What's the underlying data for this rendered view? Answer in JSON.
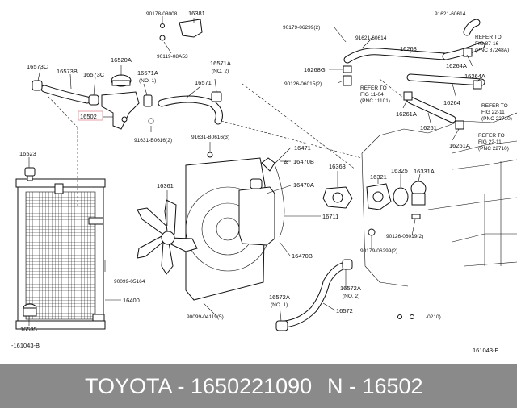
{
  "labels": {
    "p90178": "90178-08008",
    "p16381": "16381",
    "p90119": "90119-08A53",
    "p16573c_a": "16573C",
    "p16573b": "16573B",
    "p16573c_b": "16573C",
    "p16520a": "16520A",
    "p16571a": "16571A",
    "p16571a_no1": "(NO. 1)",
    "p16571a_2": "16571A",
    "p16571a_no2": "(NO. 2)",
    "p16571": "16571",
    "p16502": "16502",
    "p91631_a": "91631-B0616(2)",
    "p91631_b": "91631-B0616(3)",
    "p16523": "16523",
    "p16361": "16361",
    "p16471": "16471",
    "p16470b_a": "16470B",
    "p16470a": "16470A",
    "p16711": "16711",
    "p16470b_b": "16470B",
    "p16363": "16363",
    "p90099_a": "90099-05164",
    "p16400": "16400",
    "p90099_b": "90099-04119(5)",
    "p16535": "16535",
    "p16572a_1": "16572A",
    "p16572a_1_no": "(NO. 1)",
    "p16572": "16572",
    "p16572a_2": "16572A",
    "p16572a_2_no": "(NO. 2)",
    "p90179_a": "90179-06299(2)",
    "p91621_a": "91621-60614",
    "p91621_b": "91621-60614",
    "p16268": "16268",
    "p16268g": "16268G",
    "p90126_a": "90126-06015(2)",
    "p16264a_a": "16264A",
    "p16264a_b": "16264A",
    "p16264": "16264",
    "p16261a_a": "16261A",
    "p16261": "16261",
    "p16261a_b": "16261A",
    "p16321": "16321",
    "p16325": "16325",
    "p16331a": "16331A",
    "p90126_b": "90126-06019(2)",
    "p90179_b": "90179-06299(2)",
    "ref1_a": "REFER TO",
    "ref1_b": "FIG 87-16",
    "ref1_c": "(PNC 87248A)",
    "ref2_a": "REFER TO",
    "ref2_b": "FIG 11-04",
    "ref2_c": "(PNC 11101)",
    "ref3_a": "REFER TO",
    "ref3_b": "FIG 22-11",
    "ref3_c": "(PNC 22710)",
    "ref4_a": "REFER TO",
    "ref4_b": "FIG 22-11",
    "ref4_c": "(PNC 22710)",
    "date_note": "-0210)",
    "code_left": "-161043-B",
    "code_right": "161043-E"
  },
  "footer": {
    "left": "TOYOTA - 1650221090",
    "right": "N - 16502"
  }
}
